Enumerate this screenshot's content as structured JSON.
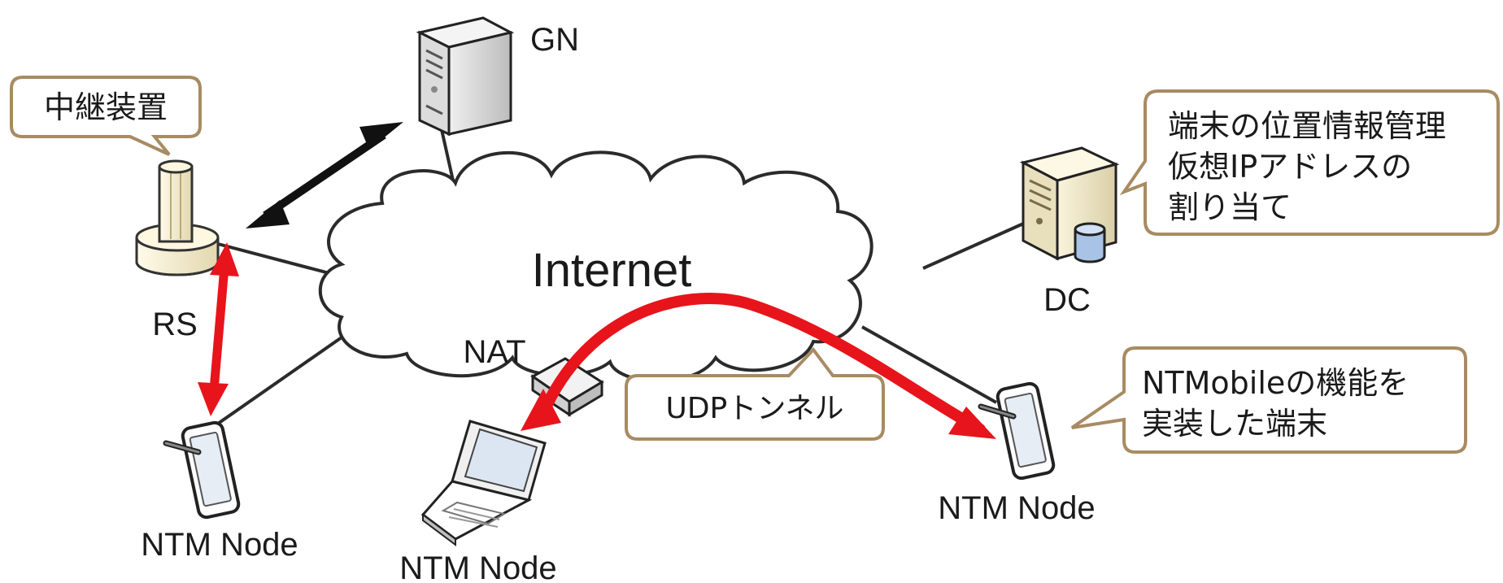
{
  "cloud": {
    "label": "Internet"
  },
  "nodes": {
    "gn": {
      "label": "GN"
    },
    "rs": {
      "label": "RS"
    },
    "dc": {
      "label": "DC"
    },
    "nat": {
      "label": "NAT"
    },
    "ntm_left": {
      "label": "NTM Node"
    },
    "ntm_laptop": {
      "label": "NTM Node"
    },
    "ntm_right": {
      "label": "NTM Node"
    }
  },
  "callouts": {
    "relay": {
      "line1": "中継装置"
    },
    "dc": {
      "line1": "端末の位置情報管理",
      "line2": "仮想IPアドレスの",
      "line3": "割り当て"
    },
    "udp": {
      "line1": "UDPトンネル"
    },
    "ntmobile": {
      "line1": "NTMobileの機能を",
      "line2": "実装した端末"
    }
  },
  "colors": {
    "tunnel": "#e8141b",
    "callout_border": "#a88b62",
    "server": "#d4d4d4",
    "relay": "#f3ecd2",
    "cylinder": "#b6cce8"
  }
}
